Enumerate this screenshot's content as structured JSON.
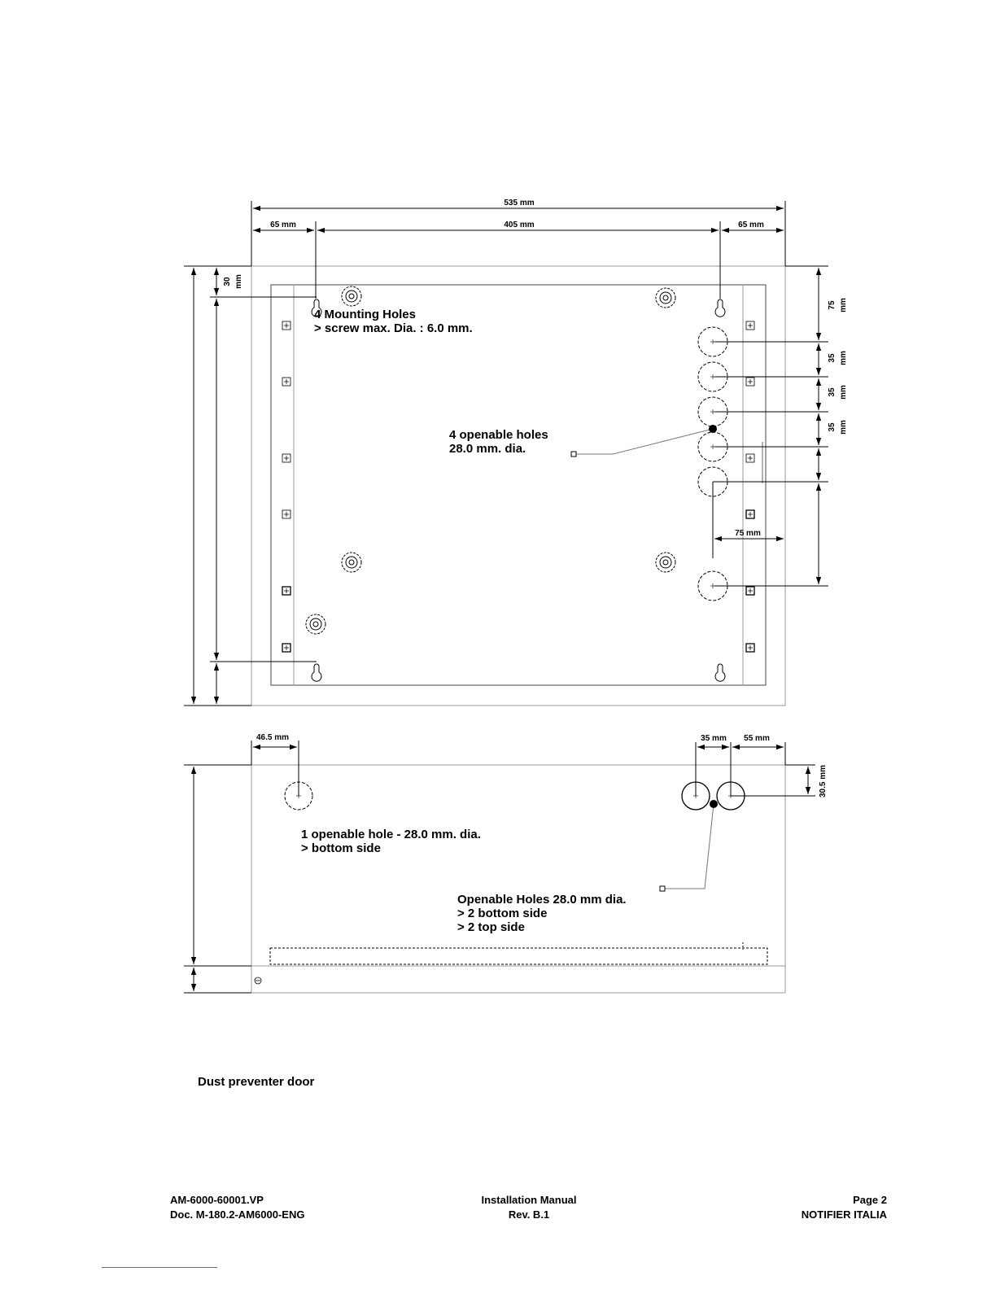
{
  "dimensions": {
    "overall_width": "535 mm",
    "left_offset": "65 mm",
    "hole_spacing": "405 mm",
    "right_offset": "65 mm",
    "top_offset": "30",
    "top_offset_unit": "mm",
    "right_top": "75",
    "right_top_unit": "mm",
    "spacing_1": "35",
    "spacing_1_unit": "mm",
    "spacing_2": "35",
    "spacing_2_unit": "mm",
    "spacing_3": "35",
    "spacing_3_unit": "mm",
    "horizontal_75": "75 mm",
    "bottom_left_offset": "46.5 mm",
    "bottom_hole_spacing": "35 mm",
    "bottom_right_offset": "55 mm",
    "bottom_depth": "30.5 mm"
  },
  "annotations": {
    "mounting_line1": "4 Mounting Holes",
    "mounting_line2": "> screw max. Dia. : 6.0 mm.",
    "openable_line1": "4 openable holes",
    "openable_line2": "28.0 mm. dia.",
    "bottom_hole_line1": "1 openable hole -  28.0 mm. dia.",
    "bottom_hole_line2": "> bottom side",
    "holes_line1": "Openable Holes 28.0  mm dia.",
    "holes_line2": "> 2 bottom side",
    "holes_line3": "> 2 top side"
  },
  "caption": "Dust preventer door",
  "footer": {
    "left_line1": "AM-6000-60001.VP",
    "left_line2": "Doc. M-180.2-AM6000-ENG",
    "center_line1": "Installation Manual",
    "center_line2": "Rev. B.1",
    "right_line1": "Page 2",
    "right_line2": "NOTIFIER ITALIA"
  }
}
